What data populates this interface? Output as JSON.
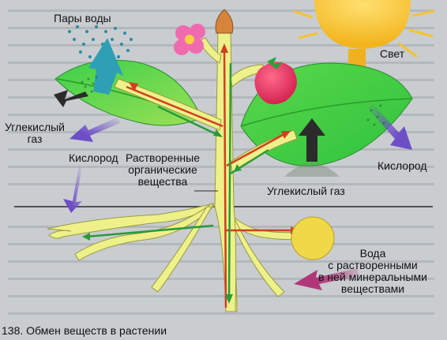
{
  "labels": {
    "water_vapor": "Пары воды",
    "light": "Свет",
    "co2_left_line1": "Углекислый",
    "co2_left_line2": "газ",
    "oxygen_left": "Кислород",
    "organic_line1": "Растворенные",
    "organic_line2": "органические",
    "organic_line3": "вещества",
    "oxygen_right": "Кислород",
    "co2_bottom": "Углекислый газ",
    "water_line1": "Вода",
    "water_line2": "с растворенными",
    "water_line3": "в ней минеральными",
    "water_line4": "веществами"
  },
  "caption": "138. Обмен веществ в растении",
  "colors": {
    "background": "#c9cdd0",
    "leaf": "#3fcf3f",
    "stem": "#eef08a",
    "xylem_flow": "#d04020",
    "phloem_flow": "#2a9a3a",
    "vapor_arrow": "#2f9fb5",
    "co2_arrow": "#2b2b2b",
    "oxygen_arrow": "#6a4fc0",
    "light_arrow": "#f0b020",
    "sun": "#f5c232",
    "water_drop": "#f0d848",
    "fruit": "#e03060",
    "flower": "#f06ab0"
  }
}
